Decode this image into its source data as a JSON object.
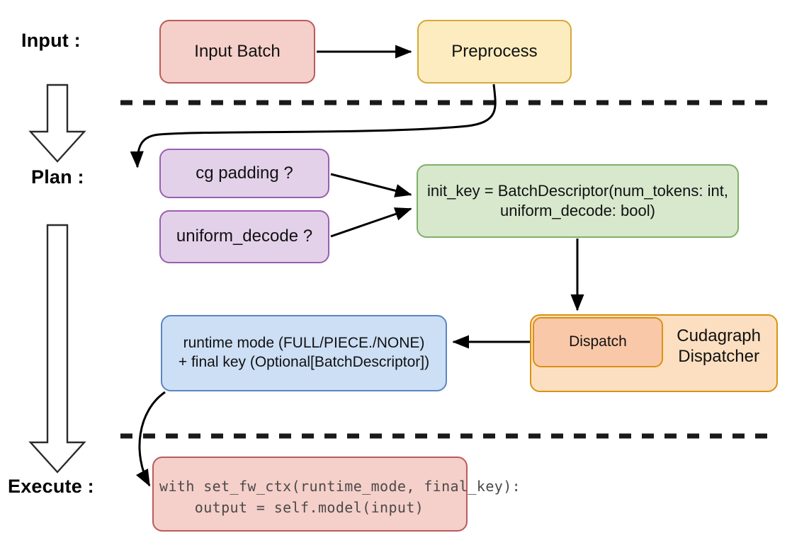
{
  "diagram": {
    "title": "vLLM cudagraph dispatch pipeline",
    "background": "#ffffff"
  },
  "stages": [
    {
      "key": "input",
      "label": "Input :"
    },
    {
      "key": "plan",
      "label": "Plan :"
    },
    {
      "key": "execute",
      "label": "Execute :"
    }
  ],
  "nodes": {
    "input_batch": {
      "label": "Input Batch",
      "fill": "#f5cfc9",
      "stroke": "#b85c5c"
    },
    "preprocess": {
      "label": "Preprocess",
      "fill": "#fcecbf",
      "stroke": "#d5a93b"
    },
    "cg_padding": {
      "label": "cg padding ?",
      "fill": "#e3d1ea",
      "stroke": "#9a5fae"
    },
    "uniform_decode": {
      "label": "uniform_decode ?",
      "fill": "#e3d1ea",
      "stroke": "#9a5fae"
    },
    "init_key": {
      "label": "init_key = BatchDescriptor(num_tokens: int,\nuniform_decode: bool)",
      "fill": "#d7e8cd",
      "stroke": "#7fb069"
    },
    "runtime_mode": {
      "label": "runtime mode (FULL/PIECE./NONE)\n+ final key (Optional[BatchDescriptor])",
      "fill": "#cddff5",
      "stroke": "#5b85c4"
    },
    "cudagraph_dispatcher": {
      "label": "Cudagraph\nDispatcher",
      "fill": "#fcdfc0",
      "stroke": "#d99213"
    },
    "dispatch": {
      "label": "Dispatch",
      "fill": "#f9c8a8",
      "stroke": "#d99213"
    },
    "code_block": {
      "line1": "with set_fw_ctx(runtime_mode, final_key):",
      "line2": "    output = self.model(input)",
      "fill": "#f5cfc9",
      "stroke": "#b85c5c"
    }
  },
  "edges": [
    {
      "name": "input-batch-to-preprocess",
      "from": "input_batch",
      "to": "preprocess",
      "style": "straight-arrow"
    },
    {
      "name": "preprocess-to-cg-padding",
      "from": "preprocess",
      "to": "cg_padding",
      "style": "curved-arrow"
    },
    {
      "name": "cg-padding-to-init-key",
      "from": "cg_padding",
      "to": "init_key",
      "style": "straight-arrow"
    },
    {
      "name": "uniform-decode-to-init-key",
      "from": "uniform_decode",
      "to": "init_key",
      "style": "straight-arrow"
    },
    {
      "name": "init-key-to-dispatch",
      "from": "init_key",
      "to": "dispatch",
      "style": "straight-arrow"
    },
    {
      "name": "dispatch-to-runtime-mode",
      "from": "dispatch",
      "to": "runtime_mode",
      "style": "straight-arrow"
    },
    {
      "name": "runtime-mode-to-code-block",
      "from": "runtime_mode",
      "to": "code_block",
      "style": "curved-arrow"
    }
  ],
  "separators": [
    {
      "name": "input-plan-divider",
      "style": "dashed"
    },
    {
      "name": "plan-execute-divider",
      "style": "dashed"
    }
  ],
  "flow_arrows": [
    {
      "name": "input-to-plan-block-arrow",
      "direction": "down"
    },
    {
      "name": "plan-to-execute-block-arrow",
      "direction": "down"
    }
  ],
  "colors": {
    "edge": "#000000",
    "divider": "#1a1a1a",
    "text": "#111111",
    "block_arrow_fill": "#ffffff",
    "block_arrow_stroke": "#2b2b2b"
  }
}
